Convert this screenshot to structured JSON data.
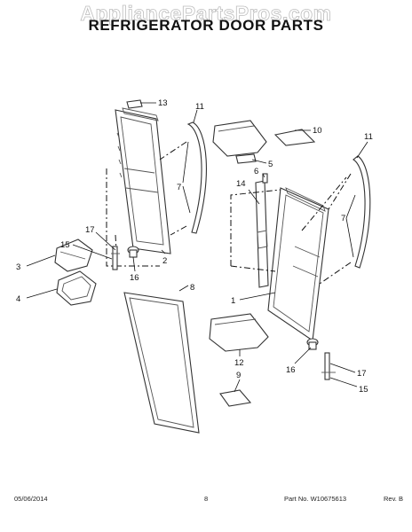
{
  "header": {
    "watermark": "AppliancePartsPros.com",
    "title": "REFRIGERATOR DOOR PARTS"
  },
  "callouts": {
    "c13": "13",
    "c11a": "11",
    "c7a": "7",
    "c2": "2",
    "c17a": "17",
    "c15a": "15",
    "c16a": "16",
    "c3": "3",
    "c4": "4",
    "c8": "8",
    "c10": "10",
    "c5": "5",
    "c6": "6",
    "c14": "14",
    "c11b": "11",
    "c7b": "7",
    "c1": "1",
    "c12": "12",
    "c16b": "16",
    "c17b": "17",
    "c15b": "15",
    "c9": "9"
  },
  "footer": {
    "date": "05/06/2014",
    "page": "8",
    "part_no": "Part No. W10675613",
    "rev": "Rev. B"
  }
}
